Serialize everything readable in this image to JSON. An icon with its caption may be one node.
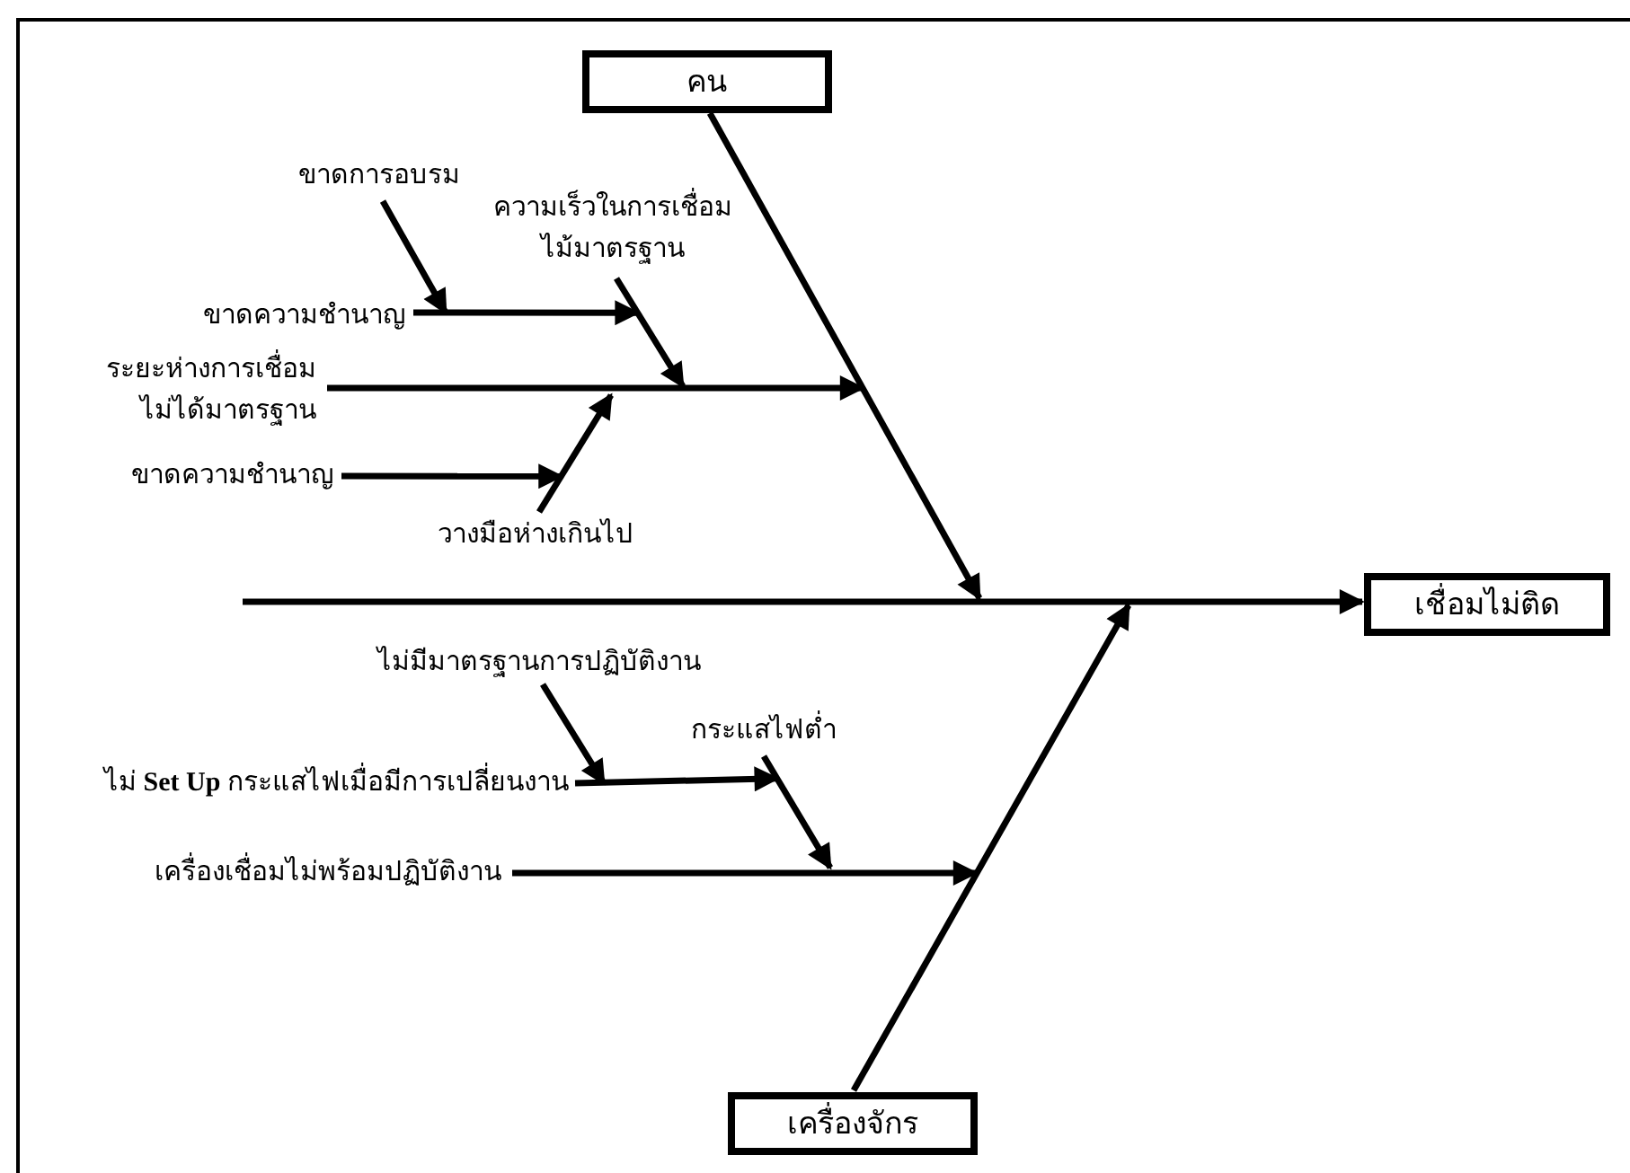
{
  "diagram": {
    "nodes": [
      {
        "text": [
          "คน"
        ]
      },
      {
        "text": [
          "เชื่อมไม่ติด"
        ]
      },
      {
        "text": [
          "เครื่องจักร"
        ]
      },
      {
        "text": [
          "ขาดการอบรม"
        ]
      },
      {
        "text": [
          "ความเร็วในการเชื่อมไม้มาตรฐาน"
        ]
      },
      {
        "text": [
          "ขาดความชำนาญ"
        ]
      },
      {
        "text": [
          "ระยะห่างการเชื่อมไม่ได้มาตรฐาน"
        ]
      },
      {
        "text": [
          "ขาดความชำนาญ"
        ]
      },
      {
        "text": [
          "วางมือห่างเกินไป"
        ]
      },
      {
        "text": [
          "ไม่มีมาตรฐานการปฏิบัติงาน"
        ]
      },
      {
        "text": [
          "กระแสไฟต่ำ"
        ]
      },
      {
        "text": [
          "ไม่ **Set Up** กระแสไฟเมื่อมีการเปลี่ยนงาน"
        ]
      },
      {
        "text": [
          "เครื่องเชื่อมไม่พร้อมปฏิบัติงาน"
        ]
      }
    ],
    "edges": [
      {
        "from": null,
        "to": 1,
        "arrow": "to"
      },
      {
        "from": 0,
        "to": null,
        "arrow": "to"
      },
      {
        "from": 2,
        "to": null,
        "arrow": "to"
      },
      {
        "from": 3,
        "to": 5,
        "arrow": "to"
      },
      {
        "from": 5,
        "to": 4,
        "arrow": "to"
      },
      {
        "from": 4,
        "to": null,
        "arrow": "to"
      },
      {
        "from": 6,
        "to": null,
        "arrow": "to"
      },
      {
        "from": 7,
        "to": 8,
        "arrow": "to"
      },
      {
        "from": 8,
        "to": null,
        "arrow": "to"
      },
      {
        "from": 9,
        "to": 11,
        "arrow": "to"
      },
      {
        "from": 11,
        "to": 10,
        "arrow": "to"
      },
      {
        "from": 10,
        "to": null,
        "arrow": "to"
      },
      {
        "from": 12,
        "to": null,
        "arrow": "to"
      }
    ]
  }
}
